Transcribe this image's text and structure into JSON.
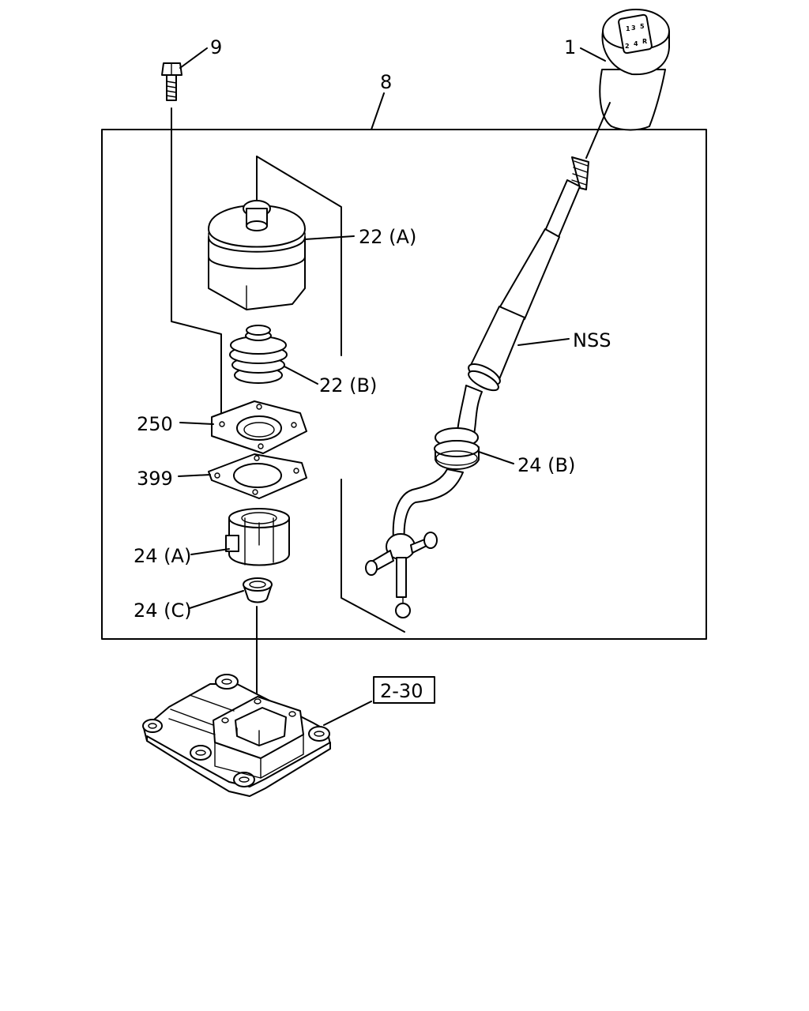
{
  "callouts": {
    "knob": "1",
    "bolt": "9",
    "kit": "8",
    "boot_upper": "22 (A)",
    "boot_lower": "22 (B)",
    "plate": "250",
    "gasket": "399",
    "lever": "NSS",
    "bushing_b": "24 (B)",
    "bushing_a": "24 (A)",
    "bushing_c": "24 (C)",
    "ref": "2-30"
  },
  "shift_pattern": [
    "1",
    "3",
    "5",
    "2",
    "4",
    "R"
  ]
}
